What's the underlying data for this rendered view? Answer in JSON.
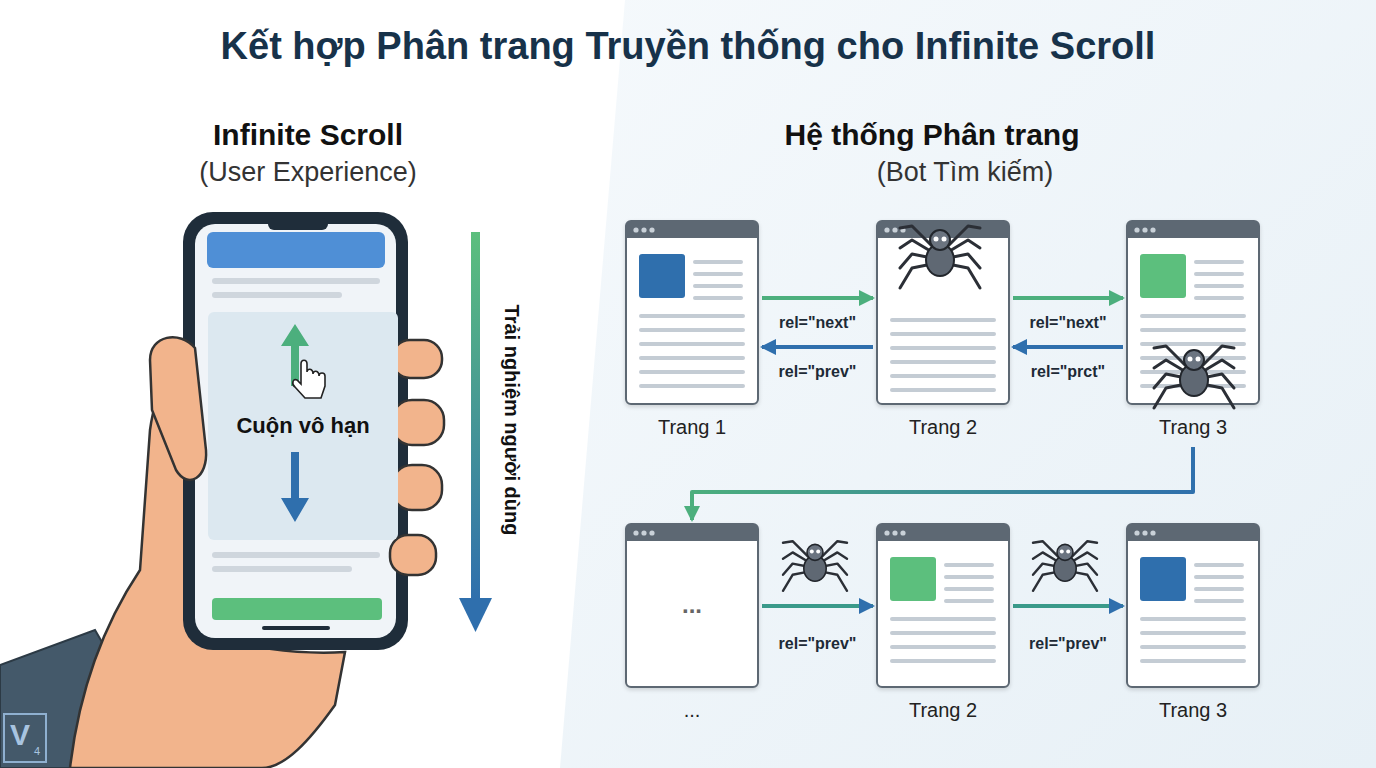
{
  "diagram": {
    "title": "Kết hợp Phân trang Truyền thống cho Infinite Scroll",
    "nodes": [
      {
        "text": [
          "Cuộn vô hạn"
        ]
      },
      {
        "text": [
          "Trang 1"
        ]
      },
      {
        "text": [
          "Trang 2"
        ]
      },
      {
        "text": [
          "Trang 3"
        ]
      },
      {
        "text": [
          "...",
          "..."
        ]
      },
      {
        "text": [
          "Trang 2"
        ]
      },
      {
        "text": [
          "Trang 3"
        ]
      }
    ],
    "edges": [
      {
        "from": 1,
        "to": 2,
        "arrow": "to",
        "label": "rel=\"next\""
      },
      {
        "from": 2,
        "to": 1,
        "arrow": "to",
        "label": "rel=\"prev\""
      },
      {
        "from": 2,
        "to": 3,
        "arrow": "to",
        "label": "rel=\"next\""
      },
      {
        "from": 3,
        "to": 2,
        "arrow": "to",
        "label": "rel=\"prct\""
      },
      {
        "from": 3,
        "to": 4,
        "arrow": "to"
      },
      {
        "from": 4,
        "to": 5,
        "arrow": "to",
        "label": "rel=\"prev\""
      },
      {
        "from": 5,
        "to": 6,
        "arrow": "to",
        "label": "rel=\"prev\""
      }
    ],
    "labels": [
      "Infinite Scroll",
      "(User Experience)",
      "Trải nghiệm người dùng",
      "Hệ thống Phân trang",
      "(Bot Tìm kiếm)",
      "V",
      "4"
    ]
  }
}
